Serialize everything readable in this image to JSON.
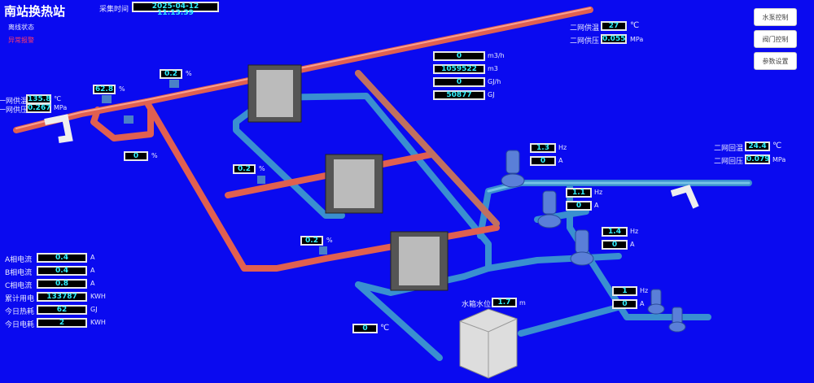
{
  "header": {
    "title": "南站换热站",
    "time_label": "采集时间",
    "time_value": "2025-04-12 11:13:39",
    "offline_status": "离线状态",
    "alarm": "异常报警"
  },
  "primary": {
    "supply_temp_label": "一网供温",
    "supply_temp": "135.8",
    "temp_unit": "℃",
    "supply_pressure_label": "一网供压",
    "supply_pressure": "0.267",
    "pressure_unit": "MPa"
  },
  "valves": [
    {
      "value": "62.8",
      "unit": "%"
    },
    {
      "value": "0.2",
      "unit": "%"
    },
    {
      "value": "0",
      "unit": "%"
    },
    {
      "value": "0.2",
      "unit": "%"
    },
    {
      "value": "0.2",
      "unit": "%"
    }
  ],
  "meter": [
    {
      "value": "0",
      "unit": "m3/h"
    },
    {
      "value": "1059522",
      "unit": "m3"
    },
    {
      "value": "0",
      "unit": "GJ/h"
    },
    {
      "value": "50877",
      "unit": "GJ"
    }
  ],
  "secondary": {
    "supply_temp_label": "二网供温",
    "supply_temp": "27",
    "supply_pressure_label": "二网供压",
    "supply_pressure": "0.055",
    "return_temp_label": "二网回温",
    "return_temp": "24.4",
    "return_pressure_label": "二网回压",
    "return_pressure": "0.079",
    "temp_unit": "℃",
    "pressure_unit": "MPa"
  },
  "buttons": {
    "pump": "水泵控制",
    "valve": "阀门控制",
    "params": "参数设置"
  },
  "pumps": [
    {
      "hz": "1.3",
      "a": "0"
    },
    {
      "hz": "1.1",
      "a": "0"
    },
    {
      "hz": "1.4",
      "a": "0"
    },
    {
      "hz": "1",
      "a": "0"
    }
  ],
  "pump_units": {
    "hz": "Hz",
    "a": "A"
  },
  "electrical": [
    {
      "label": "A相电流",
      "value": "0.4",
      "unit": "A"
    },
    {
      "label": "B相电流",
      "value": "0.4",
      "unit": "A"
    },
    {
      "label": "C相电流",
      "value": "0.8",
      "unit": "A"
    },
    {
      "label": "累计用电",
      "value": "133787",
      "unit": "KWH"
    },
    {
      "label": "今日热耗",
      "value": "62",
      "unit": "GJ"
    },
    {
      "label": "今日电耗",
      "value": "2",
      "unit": "KWH"
    }
  ],
  "tank": {
    "level_label": "水箱水位",
    "level": "1.7",
    "level_unit": "m",
    "temp": "0",
    "temp_unit": "℃"
  }
}
